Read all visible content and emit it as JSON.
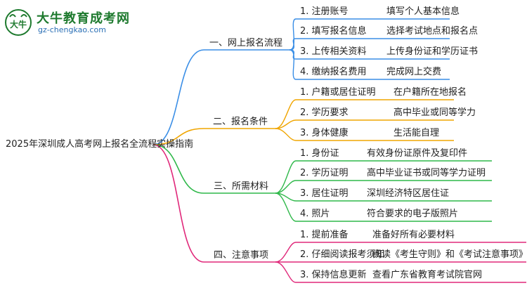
{
  "logo": {
    "title": "大牛教育成考网",
    "url": "gz-chengkao.com",
    "badge_text": "大牛",
    "colors": {
      "title": "#1e7a2e",
      "badge": "#1e7a2e",
      "url": "#2a6fb5"
    }
  },
  "root": "2025年深圳成人高考网上报名全流程实操指南",
  "branches": [
    {
      "label": "一、网上报名流程",
      "color": "#3a8ee6",
      "items": [
        {
          "name": "1. 注册账号",
          "detail": "填写个人基本信息"
        },
        {
          "name": "2. 填写报名信息",
          "detail": "选择考试地点和报名点"
        },
        {
          "name": "3. 上传相关资料",
          "detail": "上传身份证和学历证书"
        },
        {
          "name": "4. 缴纳报名费用",
          "detail": "完成网上交费"
        }
      ]
    },
    {
      "label": "二、报名条件",
      "color": "#f0a500",
      "items": [
        {
          "name": "1. 户籍或居住证明",
          "detail": "在户籍所在地报名"
        },
        {
          "name": "2. 学历要求",
          "detail": "高中毕业或同等学力"
        },
        {
          "name": "3. 身体健康",
          "detail": "生活能自理"
        }
      ]
    },
    {
      "label": "三、所需材料",
      "color": "#2fb84a",
      "items": [
        {
          "name": "1. 身份证",
          "detail": "有效身份证原件及复印件"
        },
        {
          "name": "2. 学历证明",
          "detail": "高中毕业证书或同等学力证明"
        },
        {
          "name": "3. 居住证明",
          "detail": "深圳经济特区居住证"
        },
        {
          "name": "4. 照片",
          "detail": "符合要求的电子版照片"
        }
      ]
    },
    {
      "label": "四、注意事项",
      "color": "#e0287a",
      "items": [
        {
          "name": "1. 提前准备",
          "detail": "准备好所有必要材料"
        },
        {
          "name": "2. 仔细阅读报考须知",
          "detail": "阅读《考生守则》和《考试注意事项》"
        },
        {
          "name": "3. 保持信息更新",
          "detail": "查看广东省教育考试院官网"
        }
      ]
    }
  ]
}
